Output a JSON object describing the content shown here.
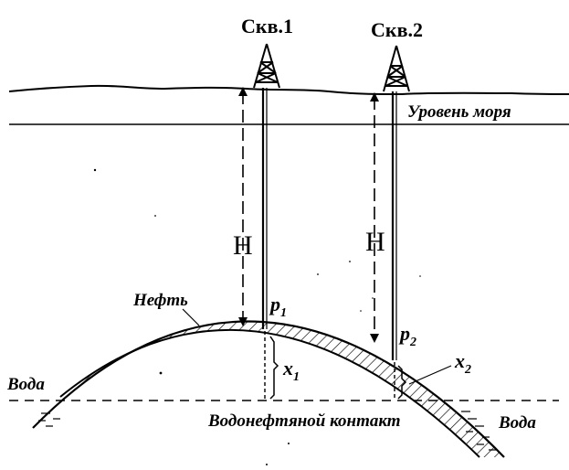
{
  "wells": [
    {
      "label": "Скв.1",
      "depth_label": "H",
      "pressure_label": "p",
      "pressure_sub": "1",
      "x_label": "x",
      "x_sub": "1"
    },
    {
      "label": "Скв.2",
      "depth_label": "H",
      "pressure_label": "p",
      "pressure_sub": "2",
      "x_label": "x",
      "x_sub": "2"
    }
  ],
  "labels": {
    "sea_level": "Уровень моря",
    "oil": "Нефть",
    "water_left": "Вода",
    "water_right": "Вода",
    "contact": "Водонефтяной контакт"
  }
}
